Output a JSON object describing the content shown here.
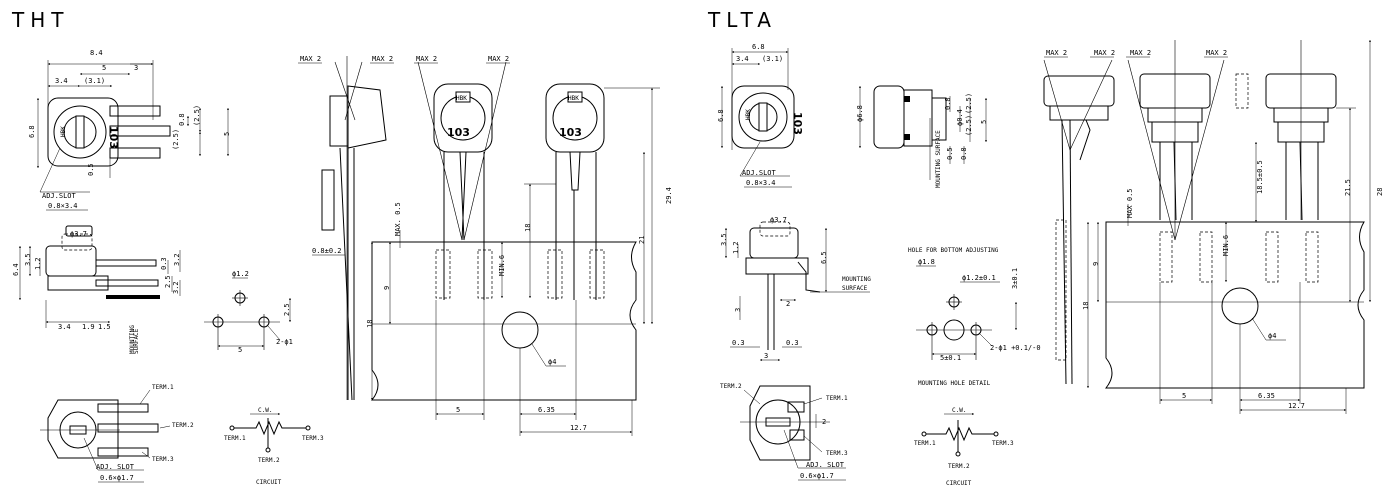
{
  "tht": {
    "title": "THT",
    "front": {
      "w_total": "8.4",
      "w_pins": "5",
      "w_right": "3",
      "w_left": "3.4",
      "w_center": "(3.1)",
      "h_total": "6.8",
      "body_mark": "HBK",
      "code": "103",
      "pin_w": "0.8",
      "pitch_a": "(2.5)",
      "pitch_b": "(2.5)",
      "h_pins": "5",
      "pin_t": "0.5",
      "adj_label": "ADJ.SLOT",
      "adj_size": "0.8×3.4"
    },
    "side": {
      "boss": "ϕ3.7",
      "h_total": "6.4",
      "h_body": "3.5",
      "h_base": "1.2",
      "t": "0.3",
      "h_a": "3.2",
      "h_b": "2.5",
      "h_c": "3.2",
      "w_a": "3.4",
      "w_b": "1.9",
      "w_c": "1.5",
      "mount_1": "MOUNTING",
      "mount_2": "SURFACE"
    },
    "bottom": {
      "term1": "TERM.1",
      "term2": "TERM.2",
      "term3": "TERM.3",
      "adj_label": "ADJ. SLOT",
      "adj_size": "0.6×ϕ1.7"
    },
    "holes": {
      "dia_big": "ϕ1.2",
      "pitch": "5",
      "offset": "2.5",
      "dia_small": "2-ϕ1"
    },
    "circuit": {
      "cw": "C.W.",
      "term1": "TERM.1",
      "term2": "TERM.2",
      "term3": "TERM.3",
      "caption": "CIRCUIT"
    },
    "main": {
      "max_a": "MAX 2",
      "max_b": "MAX 2",
      "max_c": "MAX 2",
      "max_d": "MAX 2",
      "tol": "0.8±0.2",
      "pot_mark": "HBK",
      "pot_code": "103",
      "sprocket": "ϕ4",
      "tape_half": "9",
      "tape_w": "18",
      "max_05": "MAX. 0.5",
      "min_6": "MIN.6",
      "lead": "18",
      "overall": "29.4",
      "body_to_tape": "21",
      "pitch": "5",
      "offset": "6.35",
      "feed": "12.7"
    }
  },
  "tlta": {
    "title": "TLTA",
    "front": {
      "w_total": "6.8",
      "w_left": "3.4",
      "w_right": "(3.1)",
      "h_total": "6.8",
      "body_mark": "HBK",
      "code": "103",
      "adj_label": "ADJ.SLOT",
      "adj_size": "0.8×3.4"
    },
    "side": {
      "dia": "ϕ6.8",
      "mount": "MOUNTING SURFACE",
      "a": "0.8",
      "b": "ϕ0.4",
      "c": "(2.5)",
      "d": "(2.5)",
      "e": "5",
      "f": "0.5",
      "g": "0.8"
    },
    "section": {
      "boss": "ϕ3.7",
      "h_body": "3.5",
      "h_base": "1.2",
      "h_total": "6.5",
      "mount_1": "MOUNTING",
      "mount_2": "SURFACE",
      "w_a": "2",
      "h_lead": "3",
      "t_a": "0.3",
      "t_b": "0.3",
      "w_b": "3"
    },
    "bottom": {
      "term1": "TERM.1",
      "term2": "TERM.2",
      "term3": "TERM.3",
      "w": "2",
      "adj_label": "ADJ. SLOT",
      "adj_size": "0.6×ϕ1.7"
    },
    "holes": {
      "caption": "HOLE FOR BOTTOM ADJUSTING",
      "adj_dia": "ϕ1.8",
      "dia_big": "ϕ1.2±0.1",
      "pitch": "5±0.1",
      "offset": "3±0.1",
      "dia_small": "2-ϕ1 +0.1/-0",
      "detail": "MOUNTING HOLE DETAIL"
    },
    "circuit": {
      "cw": "C.W.",
      "term1": "TERM.1",
      "term2": "TERM.2",
      "term3": "TERM.3",
      "caption": "CIRCUIT"
    },
    "main": {
      "max_a": "MAX 2",
      "max_b": "MAX 2",
      "max_c": "MAX 2",
      "max_d": "MAX 2",
      "sprocket": "ϕ4",
      "tape_half": "9",
      "tape_w": "18",
      "max_05": "MAX 0.5",
      "min_6": "MIN.6",
      "lead": "18.5±0.5",
      "body_to_tape": "21.5",
      "overall": "28",
      "pitch": "5",
      "offset": "6.35",
      "feed": "12.7"
    }
  }
}
